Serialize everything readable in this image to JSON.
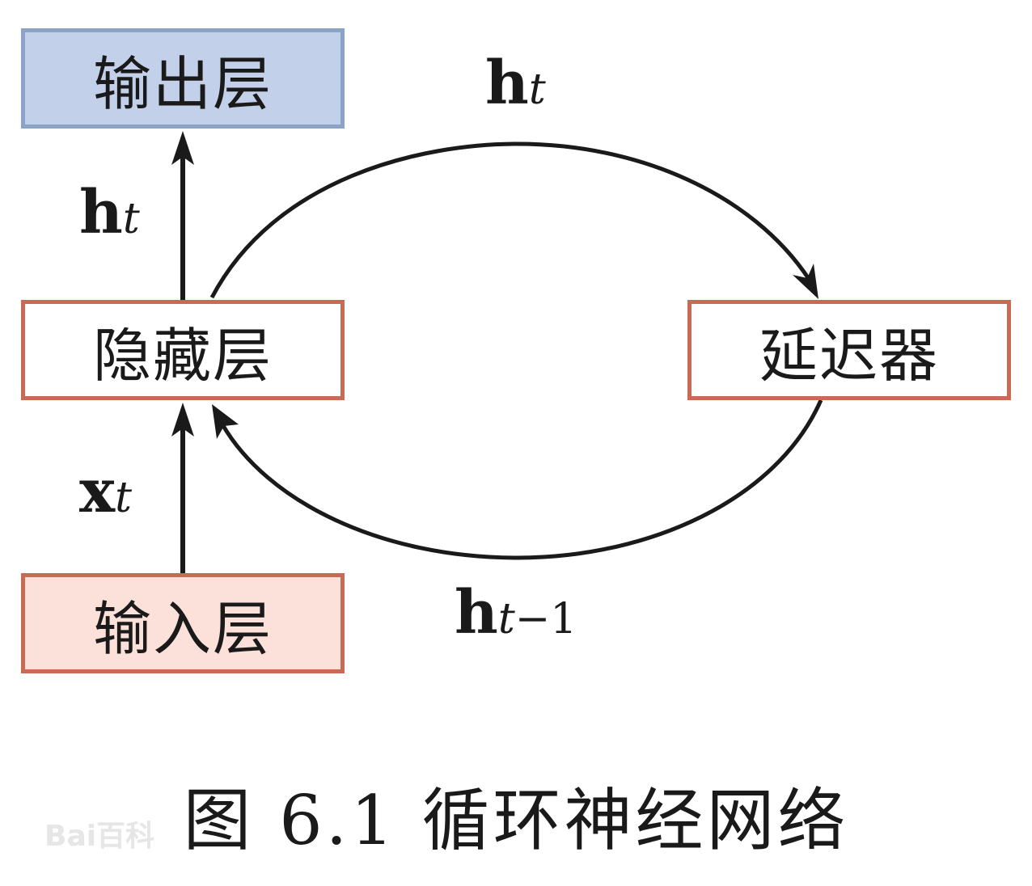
{
  "nodes": {
    "output_layer": "输出层",
    "hidden_layer": "隐藏层",
    "delay": "延迟器",
    "input_layer": "输入层"
  },
  "edge_labels": {
    "ht_top": {
      "main": "h",
      "sub": "t"
    },
    "ht_left": {
      "main": "h",
      "sub": "t"
    },
    "xt": {
      "main": "x",
      "sub": "t"
    },
    "ht_minus_1": {
      "main": "h",
      "sub_var": "t",
      "sub_rest": "−1"
    }
  },
  "caption": "图 6.1  循环神经网络",
  "watermark": "Bai百科",
  "colors": {
    "output_fill": "#c2d0ea",
    "output_border": "#8aa3c7",
    "input_fill": "#fbe1d9",
    "box_border": "#c96a55",
    "arrow": "#1a1a1a"
  }
}
